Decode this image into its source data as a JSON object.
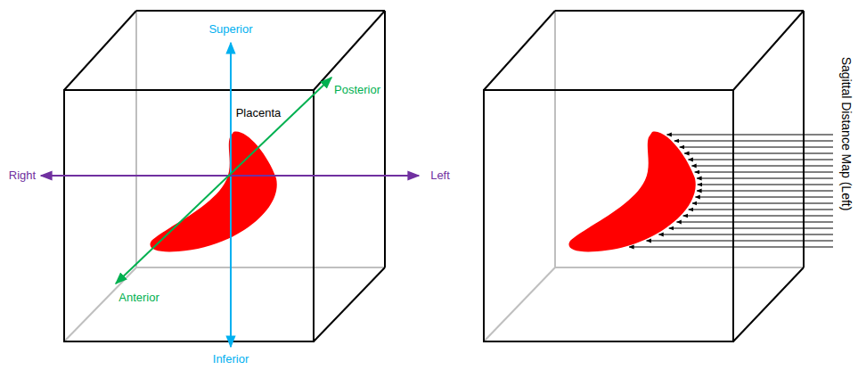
{
  "diagram": {
    "labels": [
      "Superior",
      "Inferior",
      "Right",
      "Left",
      "Posterior",
      "Anterior",
      "Placenta",
      "Sagittal Distance Map (Left)"
    ]
  }
}
